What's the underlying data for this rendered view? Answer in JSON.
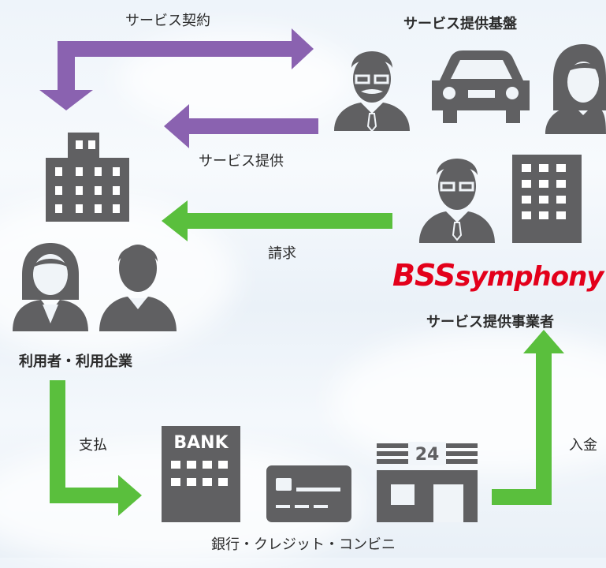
{
  "labels": {
    "service_contract": "サービス契約",
    "service_platform": "サービス提供基盤",
    "service_provision": "サービス提供",
    "billing": "請求",
    "provider": "サービス提供事業者",
    "users": "利用者・利用企業",
    "payment": "支払",
    "deposit": "入金",
    "channels": "銀行・クレジット・コンビニ"
  },
  "logo": {
    "part1": "BSS",
    "part2": "symphony"
  },
  "icons": {
    "bank_text": "BANK",
    "store_text": "24"
  },
  "colors": {
    "purple": "#8a62b0",
    "green": "#5abf3d",
    "icon_gray": "#606062",
    "logo_red": "#e3001b"
  }
}
